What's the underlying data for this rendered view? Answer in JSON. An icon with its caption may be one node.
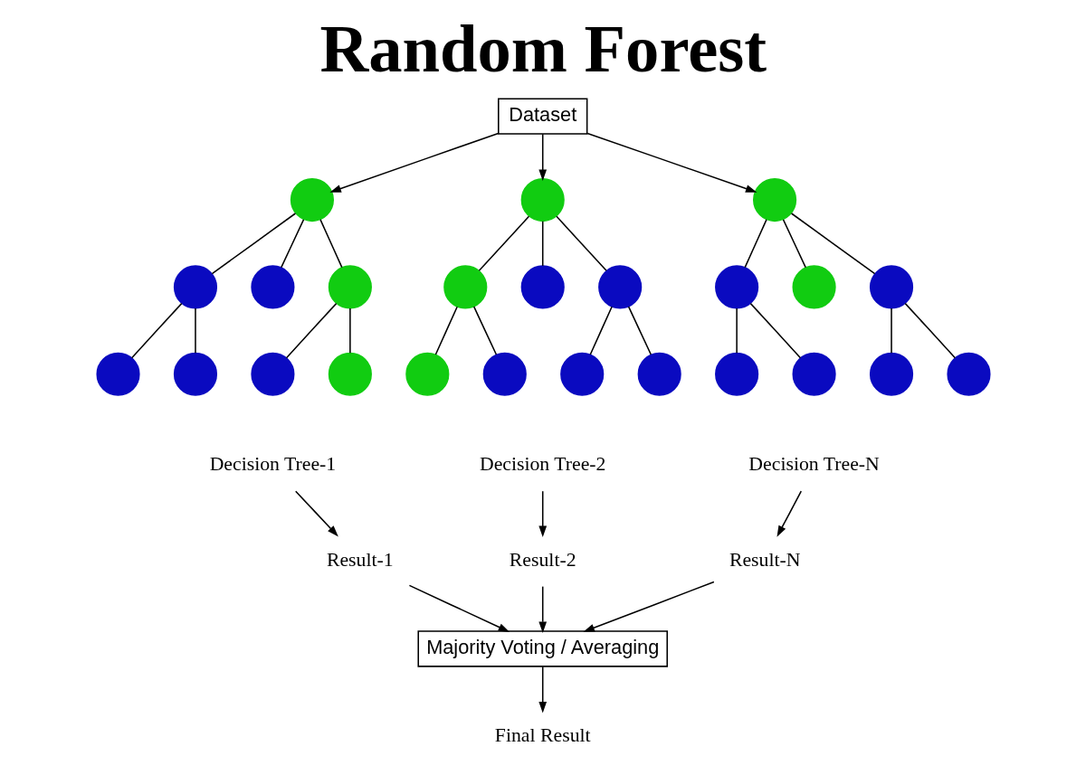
{
  "diagram": {
    "title": "Random Forest",
    "nodes": [
      {
        "text": [
          "Dataset"
        ]
      },
      {
        "text": [],
        "shape": "circle"
      },
      {
        "text": [],
        "shape": "circle"
      },
      {
        "text": [],
        "shape": "circle"
      },
      {
        "text": [],
        "shape": "circle"
      },
      {
        "text": [],
        "shape": "circle"
      },
      {
        "text": [],
        "shape": "circle"
      },
      {
        "text": [],
        "shape": "circle"
      },
      {
        "text": [],
        "shape": "circle"
      },
      {
        "text": [],
        "shape": "circle"
      },
      {
        "text": [],
        "shape": "circle"
      },
      {
        "text": [],
        "shape": "circle"
      },
      {
        "text": [],
        "shape": "circle"
      },
      {
        "text": [],
        "shape": "circle"
      },
      {
        "text": [],
        "shape": "circle"
      },
      {
        "text": [],
        "shape": "circle"
      },
      {
        "text": [],
        "shape": "circle"
      },
      {
        "text": [],
        "shape": "circle"
      },
      {
        "text": [],
        "shape": "circle"
      },
      {
        "text": [],
        "shape": "circle"
      },
      {
        "text": [],
        "shape": "circle"
      },
      {
        "text": [],
        "shape": "circle"
      },
      {
        "text": [],
        "shape": "circle"
      },
      {
        "text": [],
        "shape": "circle"
      },
      {
        "text": [],
        "shape": "circle"
      },
      {
        "text": [
          "Decision Tree-1"
        ]
      },
      {
        "text": [
          "Decision Tree-2"
        ]
      },
      {
        "text": [
          "Decision Tree-N"
        ]
      },
      {
        "text": [
          "Result-1"
        ]
      },
      {
        "text": [
          "Result-2"
        ]
      },
      {
        "text": [
          "Result-N"
        ]
      },
      {
        "text": [
          "Majority Voting / Averaging"
        ]
      },
      {
        "text": [
          "Final Result"
        ]
      }
    ],
    "edges": [
      {
        "from": 0,
        "to": 1,
        "arrow": "to"
      },
      {
        "from": 0,
        "to": 9,
        "arrow": "to"
      },
      {
        "from": 0,
        "to": 17,
        "arrow": "to"
      },
      {
        "from": 1,
        "to": 2,
        "arrow": "none"
      },
      {
        "from": 1,
        "to": 3,
        "arrow": "none"
      },
      {
        "from": 1,
        "to": 4,
        "arrow": "none"
      },
      {
        "from": 2,
        "to": 5,
        "arrow": "none"
      },
      {
        "from": 2,
        "to": 6,
        "arrow": "none"
      },
      {
        "from": 4,
        "to": 7,
        "arrow": "none"
      },
      {
        "from": 4,
        "to": 8,
        "arrow": "none"
      },
      {
        "from": 9,
        "to": 10,
        "arrow": "none"
      },
      {
        "from": 9,
        "to": 11,
        "arrow": "none"
      },
      {
        "from": 9,
        "to": 12,
        "arrow": "none"
      },
      {
        "from": 10,
        "to": 13,
        "arrow": "none"
      },
      {
        "from": 10,
        "to": 14,
        "arrow": "none"
      },
      {
        "from": 12,
        "to": 15,
        "arrow": "none"
      },
      {
        "from": 12,
        "to": 16,
        "arrow": "none"
      },
      {
        "from": 17,
        "to": 18,
        "arrow": "none"
      },
      {
        "from": 17,
        "to": 19,
        "arrow": "none"
      },
      {
        "from": 17,
        "to": 20,
        "arrow": "none"
      },
      {
        "from": 18,
        "to": 21,
        "arrow": "none"
      },
      {
        "from": 18,
        "to": 22,
        "arrow": "none"
      },
      {
        "from": 20,
        "to": 23,
        "arrow": "none"
      },
      {
        "from": 20,
        "to": 24,
        "arrow": "none"
      },
      {
        "from": 25,
        "to": 28,
        "arrow": "to"
      },
      {
        "from": 26,
        "to": 29,
        "arrow": "to"
      },
      {
        "from": 27,
        "to": 30,
        "arrow": "to"
      },
      {
        "from": 28,
        "to": 31,
        "arrow": "to"
      },
      {
        "from": 29,
        "to": 31,
        "arrow": "to"
      },
      {
        "from": 30,
        "to": 31,
        "arrow": "to"
      },
      {
        "from": 31,
        "to": 32,
        "arrow": "to"
      }
    ]
  }
}
